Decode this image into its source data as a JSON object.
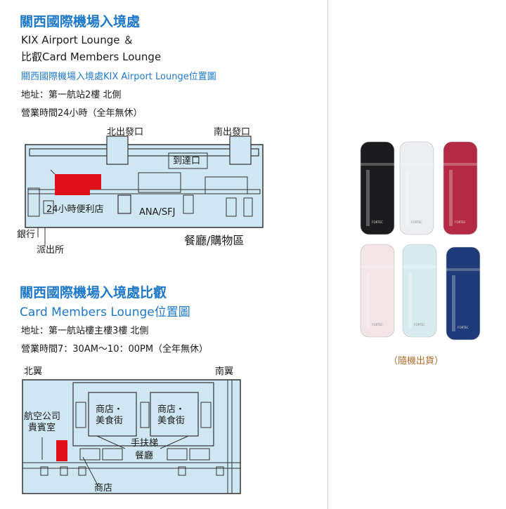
{
  "section1": {
    "title": "關西國際機場入境處",
    "lounge_line1": "KIX Airport Lounge ＆",
    "lounge_line2": "比叡Card Members Lounge",
    "map_title": "關西國際機場入境處KIX Airport Lounge位置圖",
    "address": "地址：第一航站2樓 北側",
    "hours": "營業時間24小時（全年無休）",
    "map_labels": {
      "north_exit": "北出發口",
      "south_exit": "南出發口",
      "arrival": "到達口",
      "convenience": "24小時便利店",
      "ana": "ANA/SFJ",
      "bank": "銀行",
      "police": "派出所",
      "dining": "餐廳/購物區"
    }
  },
  "section2": {
    "title": "關西國際機場入境處比叡",
    "subtitle": "Card Members Lounge位置圖",
    "address": "地址：第一航站樓主樓3樓 北側",
    "hours": "營業時間7：30AM〜10：00PM（全年無休）",
    "map_labels": {
      "north_wing": "北翼",
      "south_wing": "南翼",
      "airline_vip1": "航空公司",
      "airline_vip2": "貴賓室",
      "shop_food_a1": "商店・",
      "shop_food_a2": "美食街",
      "shop_food_b1": "商店・",
      "shop_food_b2": "美食街",
      "escalator": "手扶梯",
      "restaurant": "餐廳",
      "shop": "商店"
    }
  },
  "product": {
    "caption": "（隨機出貨）",
    "brand": "FORTEC",
    "colors": [
      "#1c1c1e",
      "#eceef2",
      "#b42a45",
      "#f3e4e8",
      "#d8ecef",
      "#1f3a78"
    ]
  },
  "colors": {
    "accent": "#1f78c8",
    "map_fill": "#cfe7f3",
    "highlight": "#e0101a",
    "caption": "#b06b2a"
  }
}
